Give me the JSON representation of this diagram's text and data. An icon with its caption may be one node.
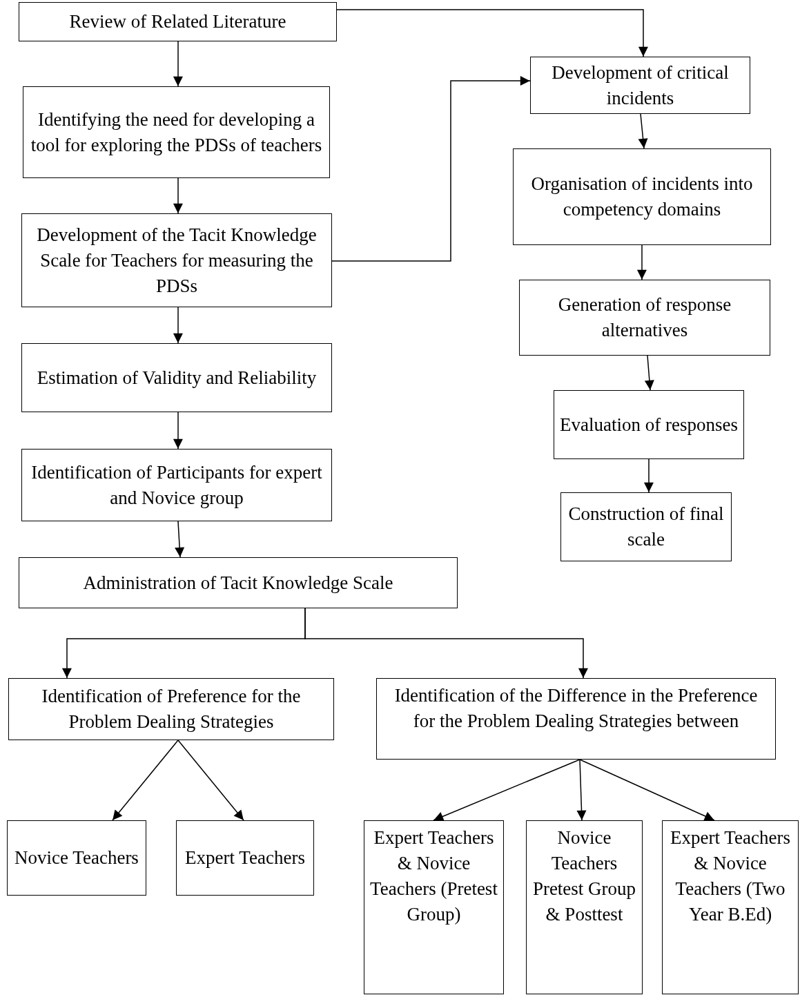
{
  "diagram": {
    "nodes": [
      {
        "text": [
          "Review of Related Literature"
        ]
      },
      {
        "text": [
          "Identifying the need for developing a tool for exploring the PDSs of teachers"
        ]
      },
      {
        "text": [
          "Development of the Tacit Knowledge Scale for Teachers for measuring the PDSs"
        ]
      },
      {
        "text": [
          "Estimation of Validity and Reliability"
        ]
      },
      {
        "text": [
          "Identification of Participants for expert and Novice group"
        ]
      },
      {
        "text": [
          "Administration of Tacit Knowledge Scale"
        ]
      },
      {
        "text": [
          "Identification of Preference for the Problem Dealing Strategies"
        ]
      },
      {
        "text": [
          "Identification of the Difference in the Preference for the Problem Dealing Strategies between"
        ]
      },
      {
        "text": [
          "Novice Teachers"
        ]
      },
      {
        "text": [
          "Expert Teachers"
        ]
      },
      {
        "text": [
          "Expert Teachers & Novice Teachers (Pretest Group)"
        ]
      },
      {
        "text": [
          "Novice Teachers Pretest Group & Posttest"
        ]
      },
      {
        "text": [
          "Expert Teachers & Novice Teachers (Two Year B.Ed)"
        ]
      },
      {
        "text": [
          "Development of critical incidents"
        ]
      },
      {
        "text": [
          "Organisation of incidents into competency domains"
        ]
      },
      {
        "text": [
          "Generation of response alternatives"
        ]
      },
      {
        "text": [
          "Evaluation of responses"
        ]
      },
      {
        "text": [
          "Construction of final scale"
        ]
      }
    ],
    "edges": [
      {
        "from": 0,
        "to": 1,
        "arrow": "to"
      },
      {
        "from": 1,
        "to": 2,
        "arrow": "to"
      },
      {
        "from": 2,
        "to": 3,
        "arrow": "to"
      },
      {
        "from": 3,
        "to": 4,
        "arrow": "to"
      },
      {
        "from": 4,
        "to": 5,
        "arrow": "to"
      },
      {
        "from": 5,
        "to": 6,
        "arrow": "to"
      },
      {
        "from": 5,
        "to": 7,
        "arrow": "to"
      },
      {
        "from": 6,
        "to": 8,
        "arrow": "to"
      },
      {
        "from": 6,
        "to": 9,
        "arrow": "to"
      },
      {
        "from": 7,
        "to": 10,
        "arrow": "to"
      },
      {
        "from": 7,
        "to": 11,
        "arrow": "to"
      },
      {
        "from": 7,
        "to": 12,
        "arrow": "to"
      },
      {
        "from": 0,
        "to": 13,
        "arrow": "to"
      },
      {
        "from": 2,
        "to": 13,
        "arrow": "to"
      },
      {
        "from": 13,
        "to": 14,
        "arrow": "to"
      },
      {
        "from": 14,
        "to": 15,
        "arrow": "to"
      },
      {
        "from": 15,
        "to": 16,
        "arrow": "to"
      },
      {
        "from": 16,
        "to": 17,
        "arrow": "to"
      }
    ]
  }
}
